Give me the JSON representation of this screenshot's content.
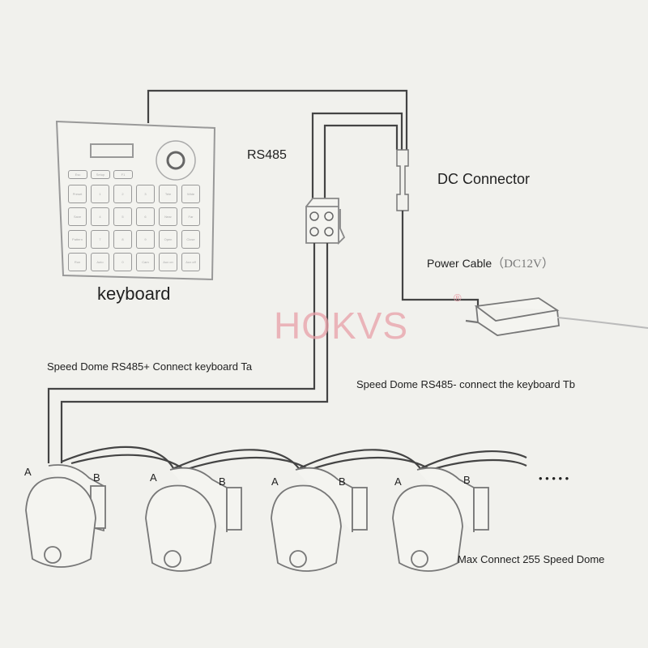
{
  "labels": {
    "rs485": "RS485",
    "dc_connector": "DC Connector",
    "power_cable": "Power Cable",
    "power_spec": "（DC12V）",
    "keyboard": "keyboard",
    "watermark": "HOKVS",
    "registered": "®",
    "ta_note": "Speed Dome RS485+ Connect keyboard Ta",
    "tb_note": "Speed Dome RS485- connect the keyboard Tb",
    "max_note": "Max Connect 255 Speed Dome",
    "ellipsis": "• • • • •",
    "a": "A",
    "b": "B"
  },
  "keyboard_keys": [
    "Esc",
    "Setup",
    "F1",
    "Preset",
    "1",
    "2",
    "3",
    "Tele",
    "Wide",
    "Save",
    "4",
    "5",
    "6",
    "Near",
    "Far",
    "Pattern",
    "7",
    "8",
    "9",
    "Open",
    "Close",
    "Run",
    "Auto",
    "0",
    "Cam",
    "Aux on",
    "Aux off"
  ],
  "colors": {
    "line": "#444444",
    "watermark": "#e8a0a8"
  }
}
